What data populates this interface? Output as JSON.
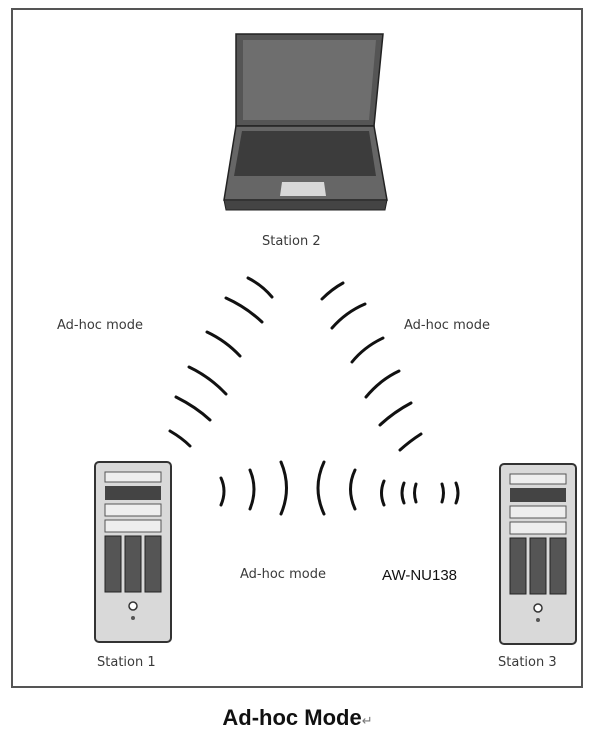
{
  "diagram": {
    "stations": [
      {
        "id": "station2",
        "label": "Station 2",
        "device": "laptop"
      },
      {
        "id": "station1",
        "label": "Station 1",
        "device": "desktop-tower"
      },
      {
        "id": "station3",
        "label": "Station 3",
        "device": "desktop-tower"
      }
    ],
    "links": [
      {
        "from": "station1",
        "to": "station2",
        "label": "Ad-hoc mode"
      },
      {
        "from": "station3",
        "to": "station2",
        "label": "Ad-hoc mode"
      },
      {
        "from": "station1",
        "to": "station3",
        "label": "Ad-hoc mode"
      }
    ],
    "device_model": "AW-NU138",
    "caption": "Ad-hoc Mode",
    "caption_mark": "↵"
  }
}
